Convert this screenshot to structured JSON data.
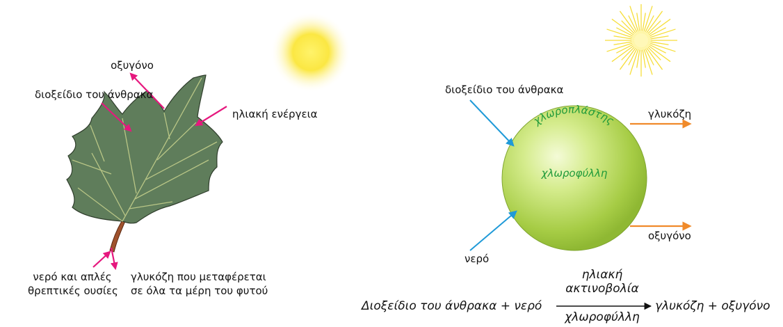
{
  "leaf_diagram": {
    "label_oxygen": "οξυγόνο",
    "label_co2": "διοξείδιο του άνθρακα",
    "label_solar": "ηλιακή ενέργεια",
    "label_water_line1": "νερό και απλές",
    "label_water_line2": "θρεπτικές ουσίες",
    "label_glucose_line1": "γλυκόζη που μεταφέρεται",
    "label_glucose_line2": "σε όλα τα μέρη του φυτού"
  },
  "chloroplast_diagram": {
    "label_co2": "διοξείδιο του άνθρακα",
    "label_glucose": "γλυκόζη",
    "label_oxygen": "οξυγόνο",
    "label_water": "νερό",
    "label_chloroplast": "χλωροπλάστης",
    "label_chlorophyll": "χλωροφύλλη"
  },
  "equation": {
    "reactants": "Διοξείδιο του άνθρακα + νερό",
    "condition_top_line1": "ηλιακή",
    "condition_top_line2": "ακτινοβολία",
    "condition_bottom": "χλωροφύλλη",
    "products": "γλυκόζη + οξυγόνο"
  },
  "colors": {
    "leaf_arrow": "#e6187e",
    "blue_arrow": "#1f9ad8",
    "orange_arrow": "#f08a2a",
    "leaf_fill": "#5f7d5b",
    "sphere": "#b7d957",
    "green_text": "#1f9a3a"
  }
}
